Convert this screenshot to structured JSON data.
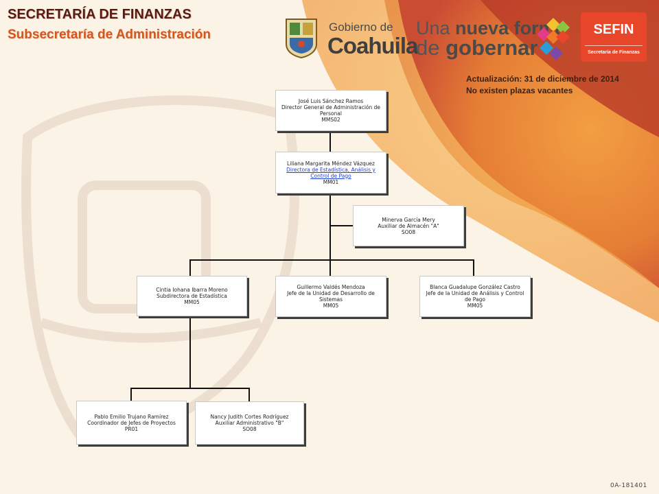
{
  "header": {
    "title": "SECRETARÍA DE FINANZAS",
    "subtitle": "Subsecretaría de Administración"
  },
  "logos": {
    "gobierno_line1": "Gobierno de",
    "gobierno_line2": "Coahuila",
    "slogan_line1_a": "Una ",
    "slogan_line1_b": "nueva forma",
    "slogan_line2_a": "de ",
    "slogan_line2_b": "gobernar",
    "sefin": "SEFIN",
    "sefin_sub": "Secretaría de Finanzas"
  },
  "update": {
    "line1": "Actualización: 31  de diciembre de 2014",
    "line2": "No existen plazas vacantes"
  },
  "org": {
    "director": {
      "name": "José Luis Sánchez Ramos",
      "title": "Director General de Administración  de Personal",
      "code": "MMS02"
    },
    "directora": {
      "name": "Liliana Margarita  Méndez Vázquez",
      "title": "Directora  de Estadística,  Análisis  y Control  de Pago",
      "code": "MM01"
    },
    "auxiliar_almacen": {
      "name": "Minerva García Mery",
      "title": "Auxiliar  de Almacén  \"A\"",
      "code": "SO08"
    },
    "subdirectora": {
      "name": "Cintia Iohana Ibarra Moreno",
      "title": "Subdirectora  de Estadística",
      "code": "MM05"
    },
    "jefe_desarrollo": {
      "name": "Guillermo Valdés Mendoza",
      "title": "Jefe de la Unidad de Desarrollo de Sistemas",
      "code": "MM05"
    },
    "jefe_analisis": {
      "name": "Blanca Guadalupe González Castro",
      "title": "Jefe de la Unidad de Análisis  y Control de Pago",
      "code": "MM05"
    },
    "coordinador": {
      "name": "Pablo Emilio Trujano Ramírez",
      "title": "Coordinador  de Jefes de Proyectos",
      "code": "PR01"
    },
    "auxiliar_admin": {
      "name": "Nancy Judith Cortes Rodríguez",
      "title": "Auxiliar  Administrativo  \"B\"",
      "code": "SO08"
    }
  },
  "footer_code": "0A-181401",
  "colors": {
    "title": "#5a1a12",
    "subtitle": "#d2561e",
    "sefin_red": "#e8462a",
    "link": "#1a3fd6"
  }
}
